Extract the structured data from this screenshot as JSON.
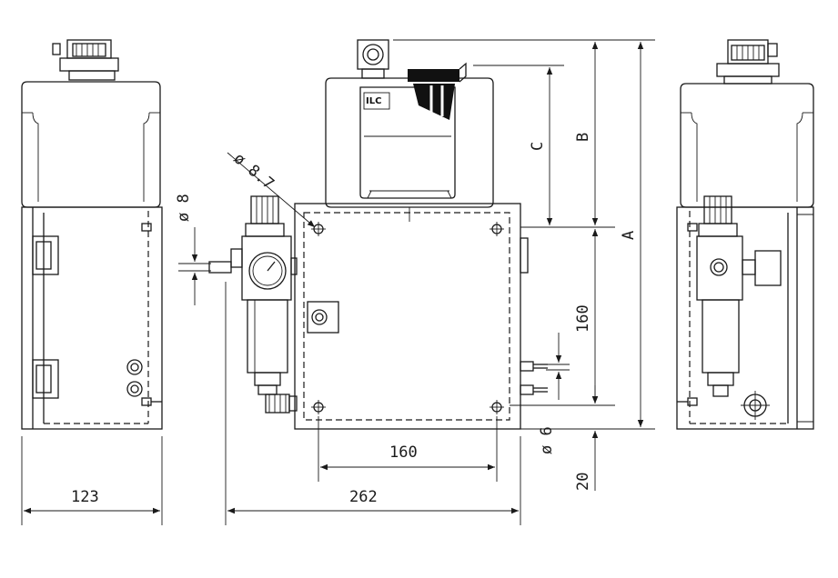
{
  "drawing": {
    "dimensions": {
      "side_width": "123",
      "front_width": "262",
      "mount_spacing_horizontal": "160",
      "mount_spacing_vertical": "160",
      "bottom_offset": "20",
      "hole_diameter": "ø 8.7",
      "port_diameter": "ø 8",
      "outlet_diameter": "ø 6",
      "overall_height": "A",
      "height_b": "B",
      "height_c": "C"
    },
    "logo_text": "ILC"
  }
}
